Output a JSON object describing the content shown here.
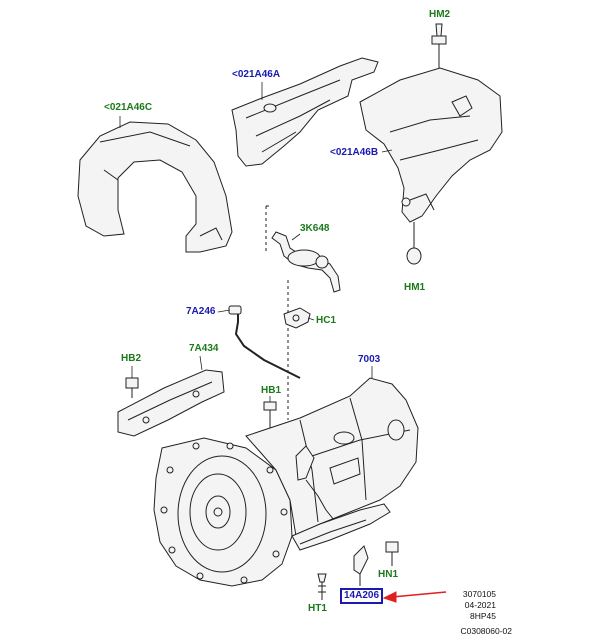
{
  "labels": {
    "hm2": "HM2",
    "a021a46a": "<021A46A",
    "a021a46c": "<021A46C",
    "a021a46b": "<021A46B",
    "hm1": "HM1",
    "k3k648": "3K648",
    "a7a246": "7A246",
    "hc1": "HC1",
    "hb2": "HB2",
    "a7a434": "7A434",
    "p7003": "7003",
    "hb1": "HB1",
    "hn1": "HN1",
    "ht1": "HT1",
    "a14a206": "14A206"
  },
  "meta": {
    "line1": "3070105",
    "line2": "04-2021",
    "line3": "8HP45",
    "line4": "C0308060-02"
  },
  "colors": {
    "green_label": "#1a7a1a",
    "blue_label": "#1a1ab0",
    "arrow": "#e02020",
    "line": "#222222",
    "part_fill": "#f4f4f4"
  }
}
